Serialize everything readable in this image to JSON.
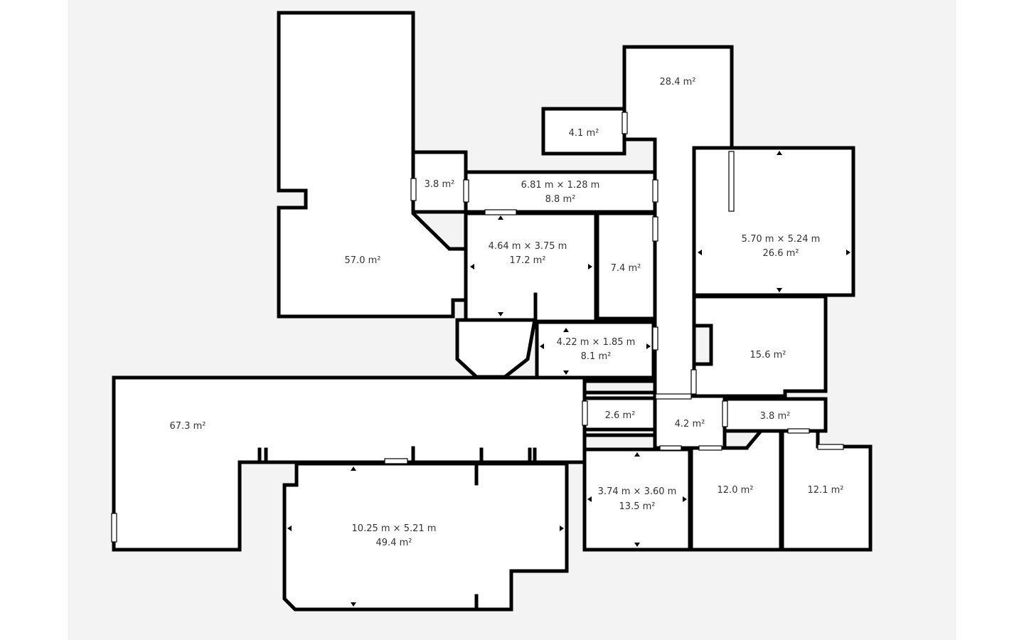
{
  "floorplan": {
    "colors": {
      "background": "#f3f3f3",
      "wall": "#000000",
      "floor": "#ffffff",
      "text": "#333333"
    },
    "rooms": [
      {
        "id": "r57",
        "area": "57.0 m²"
      },
      {
        "id": "r38a",
        "area": "3.8 m²"
      },
      {
        "id": "r88",
        "dims": "6.81 m × 1.28 m",
        "area": "8.8 m²"
      },
      {
        "id": "r41",
        "area": "4.1 m²"
      },
      {
        "id": "r284",
        "area": "28.4 m²"
      },
      {
        "id": "r172",
        "dims": "4.64 m × 3.75 m",
        "area": "17.2 m²"
      },
      {
        "id": "r74",
        "area": "7.4 m²"
      },
      {
        "id": "r266",
        "dims": "5.70 m × 5.24 m",
        "area": "26.6 m²"
      },
      {
        "id": "r81",
        "dims": "4.22 m × 1.85 m",
        "area": "8.1 m²"
      },
      {
        "id": "r156",
        "area": "15.6 m²"
      },
      {
        "id": "r673",
        "area": "67.3 m²"
      },
      {
        "id": "r26",
        "area": "2.6 m²"
      },
      {
        "id": "r42",
        "area": "4.2 m²"
      },
      {
        "id": "r38b",
        "area": "3.8 m²"
      },
      {
        "id": "r135",
        "dims": "3.74 m × 3.60 m",
        "area": "13.5 m²"
      },
      {
        "id": "r120",
        "area": "12.0 m²"
      },
      {
        "id": "r121",
        "area": "12.1 m²"
      },
      {
        "id": "r494",
        "dims": "10.25 m × 5.21 m",
        "area": "49.4 m²"
      }
    ]
  }
}
